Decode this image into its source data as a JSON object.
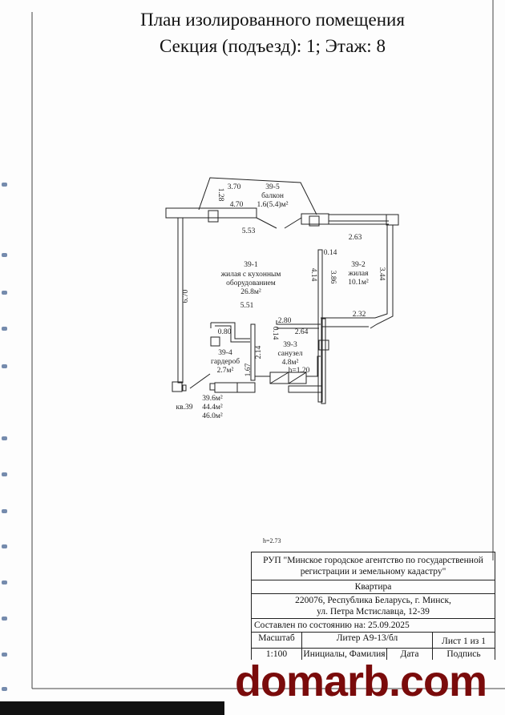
{
  "header": {
    "title_line1": "План изолированного помещения",
    "title_line2": "Секция (подъезд): 1;   Этаж: 8"
  },
  "plan": {
    "rooms": [
      {
        "id": "39-1",
        "name_line1": "жилая с кухонным",
        "name_line2": "оборудованием",
        "area": "26.8м²"
      },
      {
        "id": "39-2",
        "name": "жилая",
        "area": "10.1м²"
      },
      {
        "id": "39-3",
        "name": "санузел",
        "area": "4.8м²"
      },
      {
        "id": "39-4",
        "name": "гардероб",
        "area": "2.7м²"
      },
      {
        "id": "39-5",
        "name": "балкон",
        "area": "1.6(5.4)м²"
      }
    ],
    "dimensions": [
      "3.70",
      "1.28",
      "4.70",
      "5.53",
      "2.63",
      "0.14",
      "4.14",
      "3.86",
      "3.44",
      "6.70",
      "5.51",
      "2.32",
      "2.80",
      "0.14",
      "2.64",
      "0.80",
      "2.14",
      "1.67",
      "h=1.20"
    ],
    "apartment": "кв.39",
    "totals": [
      "39.6м²",
      "44.4м²",
      "46.0м²"
    ],
    "ceiling_height": "h=2.73"
  },
  "stamp": {
    "org": "РУП \"Минское городское агентство по государственной регистрации и земельному кадастру\"",
    "object": "Квартира",
    "address_line1": "220076, Республика Беларусь, г. Минск,",
    "address_line2": "ул. Петра Мстиславца, 12-39",
    "compiled": "Составлен по состоянию на: 25.09.2025",
    "scale_label": "Масштаб",
    "scale_value": "1:100",
    "liter": "Литер  А9-13/бл",
    "sheet": "Лист  1   из  1",
    "initials": "Инициалы, Фамилия",
    "date": "Дата",
    "signature": "Подпись"
  },
  "watermark": "domarb.com"
}
